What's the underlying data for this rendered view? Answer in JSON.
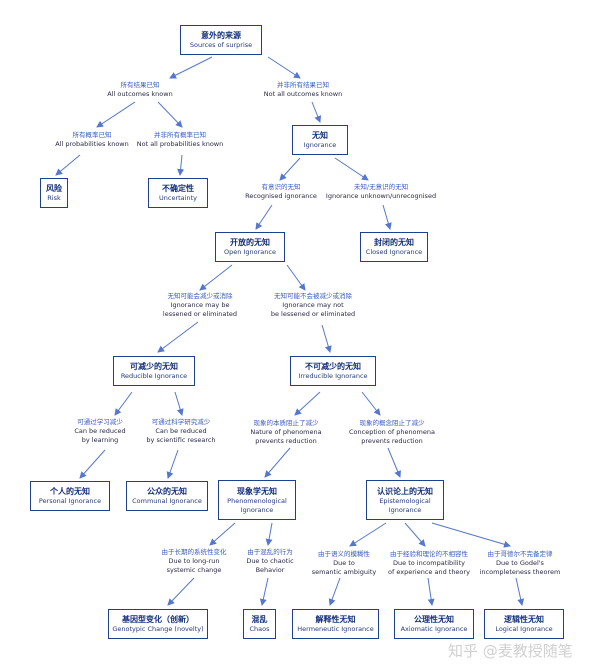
{
  "nodes": {
    "root": {
      "cn": "意外的来源",
      "en": "Sources of surprise"
    },
    "ignorance": {
      "cn": "无知",
      "en": "Ignorance"
    },
    "risk": {
      "cn": "风险",
      "en": "Risk"
    },
    "uncertainty": {
      "cn": "不确定性",
      "en": "Uncertainty"
    },
    "open": {
      "cn": "开放的无知",
      "en": "Open Ignorance"
    },
    "closed": {
      "cn": "封闭的无知",
      "en": "Closed Ignorance"
    },
    "reducible": {
      "cn": "可减少的无知",
      "en": "Reducible Ignorance"
    },
    "irreducible": {
      "cn": "不可减少的无知",
      "en": "Irreducible Ignorance"
    },
    "personal": {
      "cn": "个人的无知",
      "en": "Personal Ignorance"
    },
    "communal": {
      "cn": "公众的无知",
      "en": "Communal Ignorance"
    },
    "phenomenological": {
      "cn": "现象学无知",
      "en": "Phenomenological\nIgnorance"
    },
    "epistemological": {
      "cn": "认识论上的无知",
      "en": "Epistemological\nIgnorance"
    },
    "genotypic": {
      "cn": "基因型变化（创新）",
      "en": "Genotypic Change (novelty)"
    },
    "chaos": {
      "cn": "混乱",
      "en": "Chaos"
    },
    "hermeneutic": {
      "cn": "解释性无知",
      "en": "Hermeneutic Ignorance"
    },
    "axiomatic": {
      "cn": "公理性无知",
      "en": "Axiomatic Ignorance"
    },
    "logical": {
      "cn": "逻辑性无知",
      "en": "Logical Ignorance"
    }
  },
  "edges": {
    "all_known": {
      "cn": "所有结果已知",
      "en": "All outcomes known"
    },
    "not_all_known": {
      "cn": "并非所有结果已知",
      "en": "Not all outcomes known"
    },
    "all_prob": {
      "cn": "所有概率已知",
      "en": "All probabilities known"
    },
    "not_all_prob": {
      "cn": "并非所有概率已知",
      "en": "Not all probabilities known"
    },
    "recognised": {
      "cn": "有意识的无知",
      "en": "Recognised ignorance"
    },
    "unknown": {
      "cn": "未知/无意识的无知",
      "en": "Ignorance unknown/unrecognised"
    },
    "may_lessen": {
      "cn": "无知可能会减少或消除",
      "en": "Ignorance may be\nlessened or eliminated"
    },
    "may_not": {
      "cn": "无知可能不会被减少或消除",
      "en": "Ignorance may not\nbe lessened or eliminated"
    },
    "learning": {
      "cn": "可通过学习减少",
      "en": "Can  be reduced\nby learning"
    },
    "research": {
      "cn": "可通过科学研究减少",
      "en": "Can  be reduced\nby scientific research"
    },
    "nature": {
      "cn": "现象的本质阻止了减少",
      "en": "Nature of phenomena\nprevents reduction"
    },
    "conception": {
      "cn": "现象的概念阻止了减少",
      "en": "Conception of phenomena\nprevents reduction"
    },
    "longrun": {
      "cn": "由于长期的系统性变化",
      "en": "Due to long-run\nsystemic change"
    },
    "chaotic": {
      "cn": "由于混乱的行为",
      "en": "Due to chaotic\nBehavior"
    },
    "semantic": {
      "cn": "由于语义的模糊性",
      "en": "Due to\nsemantic ambiguity"
    },
    "incompat": {
      "cn": "由于经验和理论的不相容性",
      "en": "Due to incompatibility\nof experience and theory"
    },
    "godel": {
      "cn": "由于哥德尔不完备定律",
      "en": "Due to Godel's\nincompleteness theorem"
    }
  },
  "watermark": "知乎 @麦教授随笔",
  "colors": {
    "box_border": "#1f3f8f",
    "arrow": "#5577cc",
    "label_cn": "#3a5bbf"
  }
}
